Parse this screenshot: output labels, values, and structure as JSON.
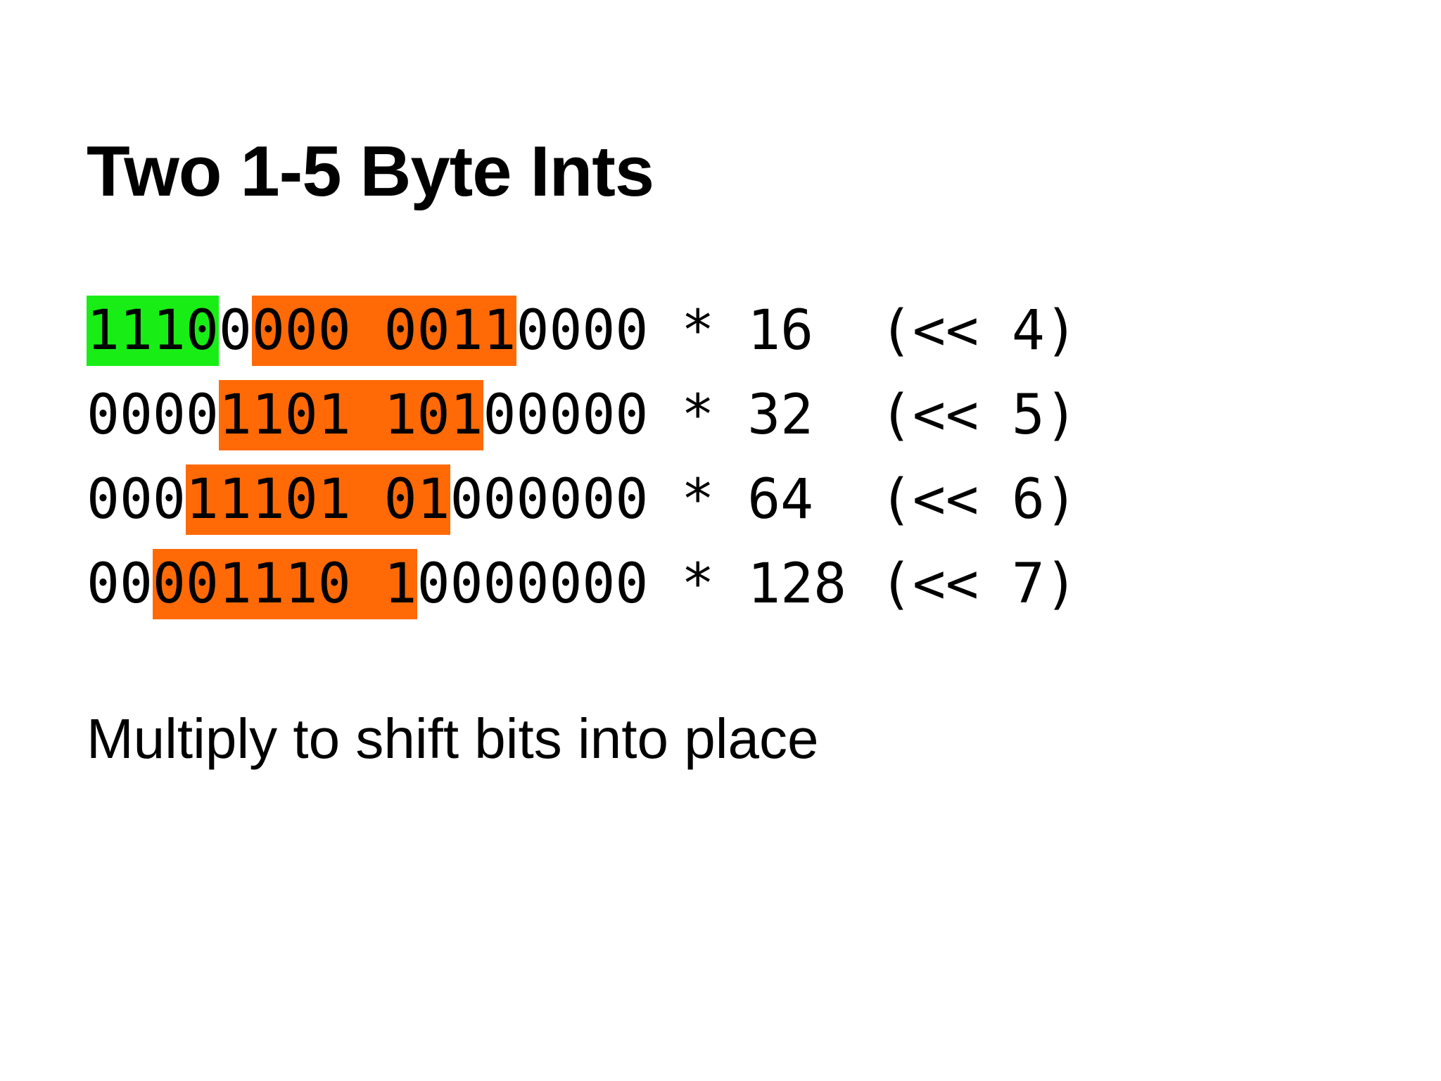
{
  "slide": {
    "title": "Two 1-5 Byte Ints",
    "caption": "Multiply to shift bits into place",
    "colors": {
      "green_highlight": "#18ee16",
      "orange_highlight": "#ff6a06"
    },
    "rows": [
      {
        "segments": [
          {
            "text": "1110",
            "hl": "green"
          },
          {
            "text": "0",
            "hl": "none"
          },
          {
            "text": "000 0011",
            "hl": "orange"
          },
          {
            "text": "0000 * 16  (<< 4)",
            "hl": "none"
          }
        ]
      },
      {
        "segments": [
          {
            "text": "0000",
            "hl": "none"
          },
          {
            "text": "1101 101",
            "hl": "orange"
          },
          {
            "text": "00000 * 32  (<< 5)",
            "hl": "none"
          }
        ]
      },
      {
        "segments": [
          {
            "text": "000",
            "hl": "none"
          },
          {
            "text": "11101 01",
            "hl": "orange"
          },
          {
            "text": "000000 * 64  (<< 6)",
            "hl": "none"
          }
        ]
      },
      {
        "segments": [
          {
            "text": "00",
            "hl": "none"
          },
          {
            "text": "001110 1",
            "hl": "orange"
          },
          {
            "text": "0000000 * 128 (<< 7)",
            "hl": "none"
          }
        ]
      }
    ]
  }
}
